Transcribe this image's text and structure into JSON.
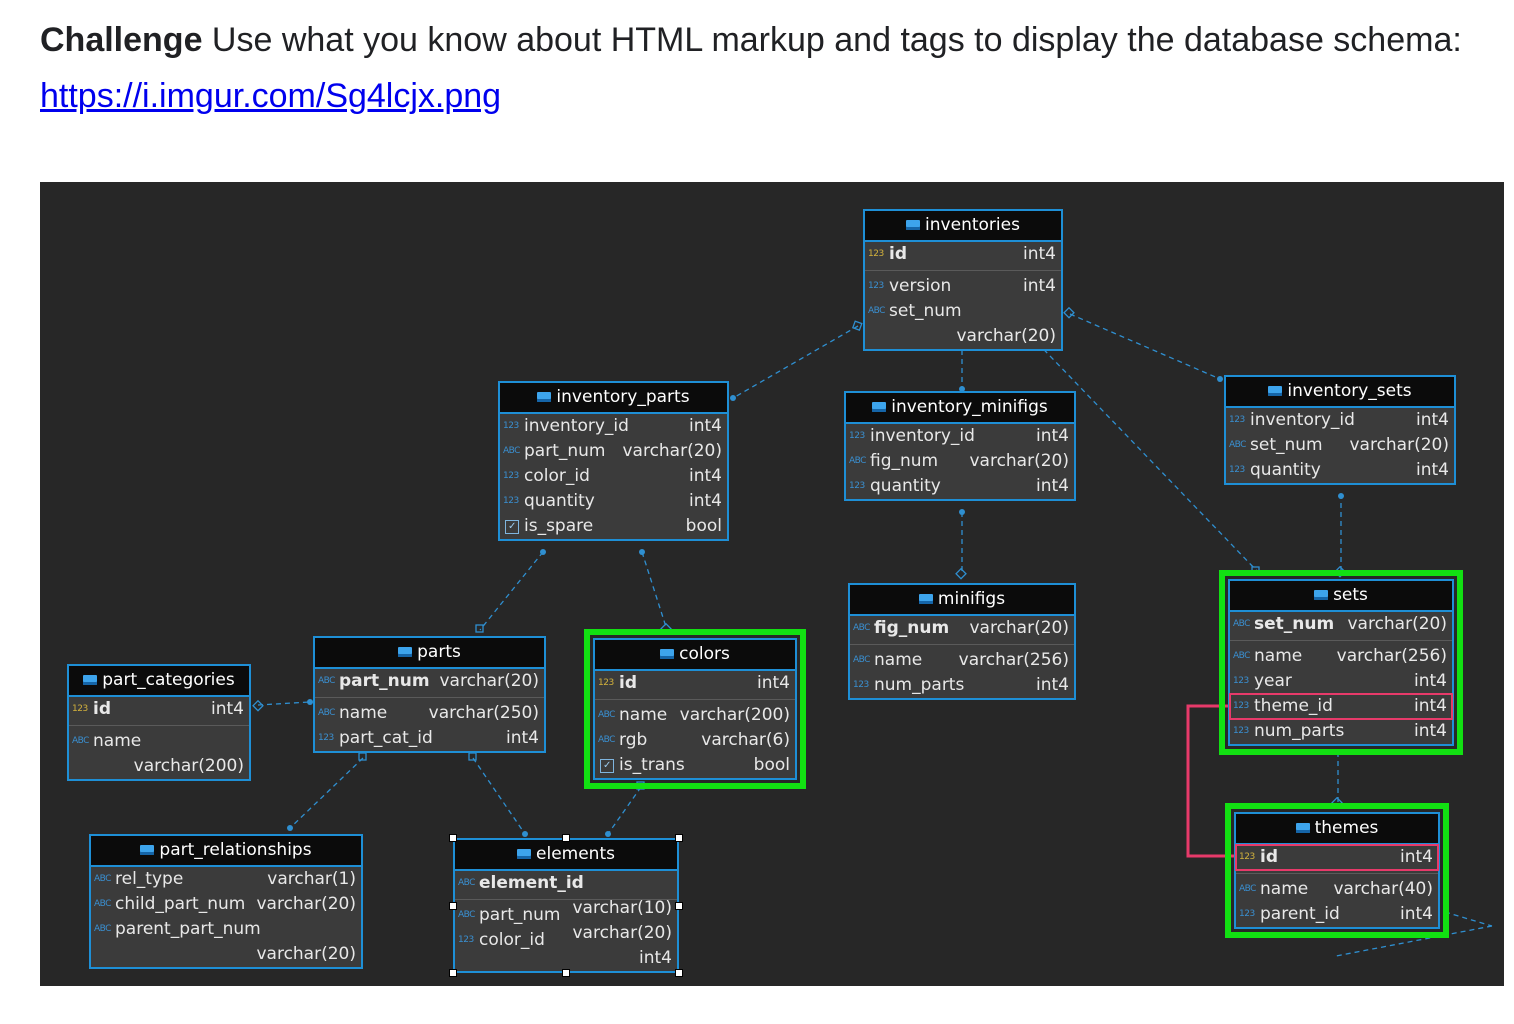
{
  "challenge": {
    "label": "Challenge",
    "text": " Use what you know about HTML markup and tags to display the database schema:",
    "link": "https://i.imgur.com/Sg4lcjx.png"
  },
  "colors": {
    "accent": "#1e8fd6",
    "highlight": "#12e012",
    "relation": "#e73a6a",
    "canvas": "#272727"
  },
  "tables": {
    "inventories": {
      "name": "inventories",
      "cols": [
        {
          "n": "id",
          "t": "int4",
          "i": "123"
        },
        {
          "n": "version",
          "t": "int4",
          "i": "123"
        },
        {
          "n": "set_num",
          "t": "varchar(20)",
          "i": "ABC"
        }
      ]
    },
    "inventory_parts": {
      "name": "inventory_parts",
      "cols": [
        {
          "n": "inventory_id",
          "t": "int4",
          "i": "123"
        },
        {
          "n": "part_num",
          "t": "varchar(20)",
          "i": "ABC"
        },
        {
          "n": "color_id",
          "t": "int4",
          "i": "123"
        },
        {
          "n": "quantity",
          "t": "int4",
          "i": "123"
        },
        {
          "n": "is_spare",
          "t": "bool",
          "i": "✓"
        }
      ]
    },
    "inventory_minifigs": {
      "name": "inventory_minifigs",
      "cols": [
        {
          "n": "inventory_id",
          "t": "int4",
          "i": "123"
        },
        {
          "n": "fig_num",
          "t": "varchar(20)",
          "i": "ABC"
        },
        {
          "n": "quantity",
          "t": "int4",
          "i": "123"
        }
      ]
    },
    "inventory_sets": {
      "name": "inventory_sets",
      "cols": [
        {
          "n": "inventory_id",
          "t": "int4",
          "i": "123"
        },
        {
          "n": "set_num",
          "t": "varchar(20)",
          "i": "ABC"
        },
        {
          "n": "quantity",
          "t": "int4",
          "i": "123"
        }
      ]
    },
    "minifigs": {
      "name": "minifigs",
      "cols": [
        {
          "n": "fig_num",
          "t": "varchar(20)",
          "i": "ABC"
        },
        {
          "n": "name",
          "t": "varchar(256)",
          "i": "ABC"
        },
        {
          "n": "num_parts",
          "t": "int4",
          "i": "123"
        }
      ]
    },
    "parts": {
      "name": "parts",
      "cols": [
        {
          "n": "part_num",
          "t": "varchar(20)",
          "i": "ABC"
        },
        {
          "n": "name",
          "t": "varchar(250)",
          "i": "ABC"
        },
        {
          "n": "part_cat_id",
          "t": "int4",
          "i": "123"
        }
      ]
    },
    "colors": {
      "name": "colors",
      "cols": [
        {
          "n": "id",
          "t": "int4",
          "i": "123"
        },
        {
          "n": "name",
          "t": "varchar(200)",
          "i": "ABC"
        },
        {
          "n": "rgb",
          "t": "varchar(6)",
          "i": "ABC"
        },
        {
          "n": "is_trans",
          "t": "bool",
          "i": "✓"
        }
      ]
    },
    "part_categories": {
      "name": "part_categories",
      "cols": [
        {
          "n": "id",
          "t": "int4",
          "i": "123"
        },
        {
          "n": "name",
          "t": "varchar(200)",
          "i": "ABC"
        }
      ]
    },
    "sets": {
      "name": "sets",
      "cols": [
        {
          "n": "set_num",
          "t": "varchar(20)",
          "i": "ABC"
        },
        {
          "n": "name",
          "t": "varchar(256)",
          "i": "ABC"
        },
        {
          "n": "year",
          "t": "int4",
          "i": "123"
        },
        {
          "n": "theme_id",
          "t": "int4",
          "i": "123"
        },
        {
          "n": "num_parts",
          "t": "int4",
          "i": "123"
        }
      ]
    },
    "themes": {
      "name": "themes",
      "cols": [
        {
          "n": "id",
          "t": "int4",
          "i": "123"
        },
        {
          "n": "name",
          "t": "varchar(40)",
          "i": "ABC"
        },
        {
          "n": "parent_id",
          "t": "int4",
          "i": "123"
        }
      ]
    },
    "part_relationships": {
      "name": "part_relationships",
      "cols": [
        {
          "n": "rel_type",
          "t": "varchar(1)",
          "i": "ABC"
        },
        {
          "n": "child_part_num",
          "t": "varchar(20)",
          "i": "ABC"
        },
        {
          "n": "parent_part_num",
          "t": "varchar(20)",
          "i": "ABC"
        }
      ]
    },
    "elements": {
      "name": "elements",
      "cols": [
        {
          "n": "element_id",
          "t": "varchar(10)",
          "i": "ABC"
        },
        {
          "n": "part_num",
          "t": "varchar(20)",
          "i": "ABC"
        },
        {
          "n": "color_id",
          "t": "int4",
          "i": "123"
        }
      ]
    }
  }
}
